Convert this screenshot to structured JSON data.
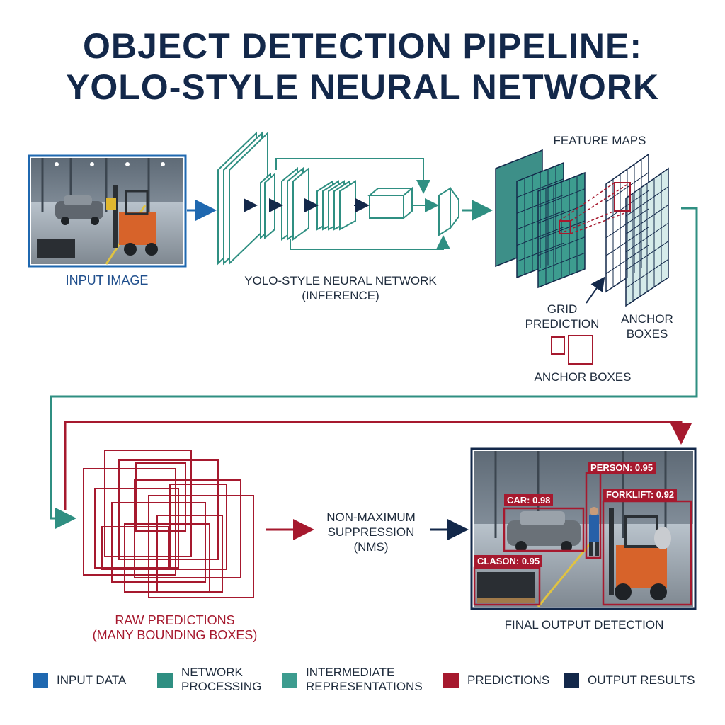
{
  "title": {
    "line1": "OBJECT DETECTION PIPELINE:",
    "line2": "YOLO-STYLE NEURAL NETWORK"
  },
  "colors": {
    "input_blue": "#1f68b0",
    "network_teal": "#2f8f82",
    "intermediate_teal": "#3d9c8f",
    "prediction_red": "#a6192e",
    "output_navy": "#13284a"
  },
  "labels": {
    "input_image": "INPUT IMAGE",
    "network_line1": "YOLO-STYLE NEURAL NETWORK",
    "network_line2": "(INFERENCE)",
    "feature_maps": "FEATURE MAPS",
    "grid_prediction_line1": "GRID",
    "grid_prediction_line2": "PREDICTION",
    "anchor_boxes_line1": "ANCHOR",
    "anchor_boxes_line2": "BOXES",
    "anchor_boxes_bottom": "ANCHOR BOXES",
    "raw_line1": "RAW PREDICTIONS",
    "raw_line2": "(MANY BOUNDING BOXES)",
    "nms_line1": "NON-MAXIMUM",
    "nms_line2": "SUPPRESSION",
    "nms_line3": "(NMS)",
    "final_output": "FINAL OUTPUT DETECTION"
  },
  "detections": [
    {
      "label": "PERSON: 0.95"
    },
    {
      "label": "CAR: 0.98"
    },
    {
      "label": "FORKLIFT: 0.92"
    },
    {
      "label": "CLASON: 0.95"
    }
  ],
  "legend": [
    {
      "line1": "INPUT DATA",
      "line2": "",
      "color": "#1f68b0"
    },
    {
      "line1": "NETWORK",
      "line2": "PROCESSING",
      "color": "#2f8f82"
    },
    {
      "line1": "INTERMEDIATE",
      "line2": "REPRESENTATIONS",
      "color": "#3d9c8f"
    },
    {
      "line1": "PREDICTIONS",
      "line2": "",
      "color": "#a6192e"
    },
    {
      "line1": "OUTPUT RESULTS",
      "line2": "",
      "color": "#13284a"
    }
  ]
}
